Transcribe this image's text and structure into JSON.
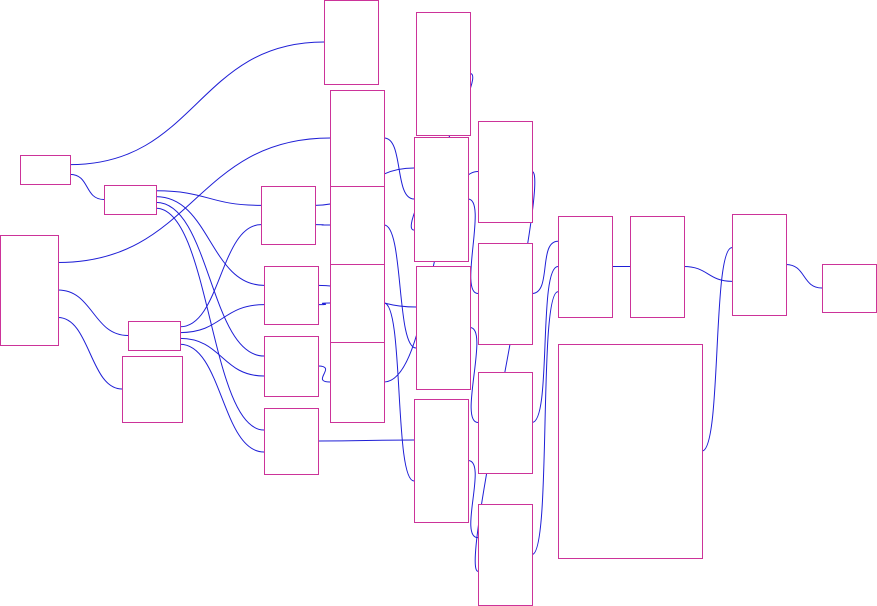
{
  "diagram": {
    "title": "",
    "colors": {
      "node_stroke": "#cc3399",
      "edge": "#1f1fd6",
      "background": "#ffffff"
    },
    "nodes": [
      {
        "id": "n01"
      },
      {
        "id": "n02"
      },
      {
        "id": "n03"
      },
      {
        "id": "n04"
      },
      {
        "id": "n05"
      },
      {
        "id": "n06"
      },
      {
        "id": "n07"
      },
      {
        "id": "n08"
      },
      {
        "id": "n09"
      },
      {
        "id": "n10"
      },
      {
        "id": "n11"
      },
      {
        "id": "n12"
      },
      {
        "id": "n13"
      },
      {
        "id": "n14"
      },
      {
        "id": "n15"
      },
      {
        "id": "n16"
      },
      {
        "id": "n17"
      },
      {
        "id": "n18"
      },
      {
        "id": "n19"
      },
      {
        "id": "n20"
      },
      {
        "id": "n21"
      },
      {
        "id": "n22"
      },
      {
        "id": "n23"
      },
      {
        "id": "n24"
      },
      {
        "id": "n25"
      },
      {
        "id": "n26"
      },
      {
        "id": "n27"
      },
      {
        "id": "n28"
      },
      {
        "id": "n29"
      },
      {
        "id": "n30"
      }
    ],
    "edges": [
      [
        "n01",
        "n06"
      ],
      [
        "n01",
        "n02"
      ],
      [
        "n02",
        "n07"
      ],
      [
        "n02",
        "n08"
      ],
      [
        "n02",
        "n09"
      ],
      [
        "n02",
        "n10"
      ],
      [
        "n03",
        "n11"
      ],
      [
        "n03",
        "n04"
      ],
      [
        "n03",
        "n05"
      ],
      [
        "n04",
        "n07"
      ],
      [
        "n04",
        "n08"
      ],
      [
        "n04",
        "n09"
      ],
      [
        "n04",
        "n10"
      ],
      [
        "n07",
        "n16"
      ],
      [
        "n07",
        "n12"
      ],
      [
        "n08",
        "n17"
      ],
      [
        "n08",
        "n13"
      ],
      [
        "n09",
        "n14"
      ],
      [
        "n10",
        "n18"
      ],
      [
        "n11",
        "n16"
      ],
      [
        "n12",
        "n17"
      ],
      [
        "n13",
        "n18"
      ],
      [
        "n14",
        "n19"
      ],
      [
        "n15",
        "n16"
      ],
      [
        "n16",
        "n20"
      ],
      [
        "n17",
        "n21"
      ],
      [
        "n18",
        "n22"
      ],
      [
        "n19",
        "n22"
      ],
      [
        "n20",
        "n24"
      ],
      [
        "n21",
        "n24"
      ],
      [
        "n22",
        "n24"
      ],
      [
        "n23",
        "n27"
      ],
      [
        "n24",
        "n26"
      ],
      [
        "n26",
        "n27"
      ],
      [
        "n27",
        "n28"
      ]
    ]
  }
}
